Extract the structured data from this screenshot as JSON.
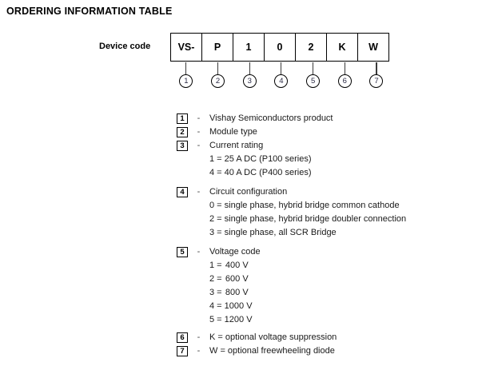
{
  "title": "ORDERING INFORMATION TABLE",
  "device_code": {
    "label": "Device code",
    "cells": [
      {
        "value": "VS-",
        "callout": "1"
      },
      {
        "value": "P",
        "callout": "2"
      },
      {
        "value": "1",
        "callout": "3"
      },
      {
        "value": "0",
        "callout": "4"
      },
      {
        "value": "2",
        "callout": "5"
      },
      {
        "value": "K",
        "callout": "6"
      },
      {
        "value": "W",
        "callout": "7"
      }
    ]
  },
  "legend": {
    "dash": "-",
    "rows": [
      {
        "box": "1",
        "heading": "Vishay Semiconductors product",
        "subs": []
      },
      {
        "box": "2",
        "heading": "Module type",
        "subs": []
      },
      {
        "box": "3",
        "heading": "Current rating",
        "subs": [
          "1 = 25 A DC (P100 series)",
          "4 = 40 A DC (P400 series)"
        ]
      },
      {
        "box": "4",
        "heading": "Circuit configuration",
        "subs": [
          "0 = single phase, hybrid bridge common cathode",
          "2 = single phase, hybrid bridge doubler connection",
          "3 = single phase, all SCR Bridge"
        ]
      },
      {
        "box": "5",
        "heading": "Voltage code",
        "voltage_rows": [
          {
            "code": "1 =",
            "value": "400 V"
          },
          {
            "code": "2 =",
            "value": "600 V"
          },
          {
            "code": "3 =",
            "value": "800 V"
          },
          {
            "code": "4 =",
            "value": "1000 V"
          },
          {
            "code": "5 =",
            "value": "1200 V"
          }
        ],
        "subs": []
      },
      {
        "box": "6",
        "heading": "K = optional voltage suppression",
        "subs": []
      },
      {
        "box": "7",
        "heading": "W = optional freewheeling diode",
        "subs": []
      }
    ]
  }
}
